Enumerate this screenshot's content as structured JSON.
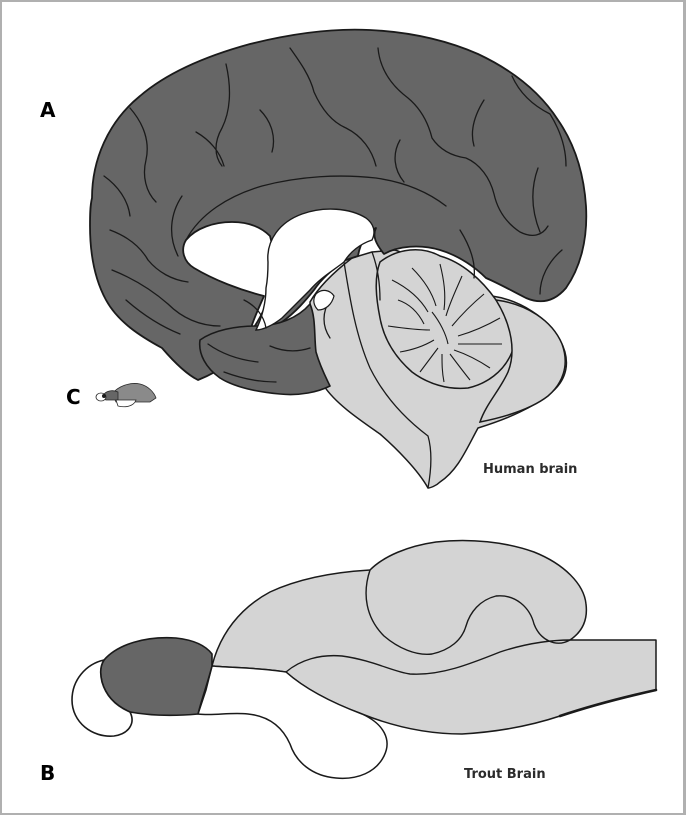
{
  "labels": {
    "panel_a": "A",
    "panel_b": "B",
    "panel_c": "C",
    "human_brain": "Human brain",
    "trout_brain": "Trout Brain"
  },
  "colors": {
    "cortex": "#666666",
    "brainstem": "#d4d4d4",
    "white_region": "#ffffff",
    "outline": "#1a1a1a",
    "frame": "#b0b0b0"
  }
}
